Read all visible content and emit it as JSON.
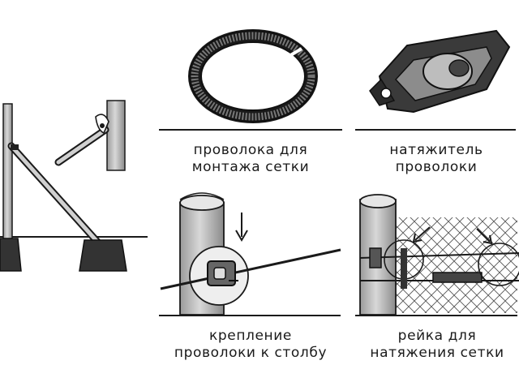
{
  "captions": {
    "wire": {
      "line1": "проволока для",
      "line2": "монтажа сетки"
    },
    "tensioner": {
      "line1": "натяжитель",
      "line2": "проволоки"
    },
    "clamp": {
      "line1": "крепление",
      "line2": "проволоки к столбу"
    },
    "rail": {
      "line1": "рейка для",
      "line2": "натяжения сетки"
    }
  },
  "colors": {
    "ink": "#1a1a1a",
    "mid": "#7a7a7a",
    "light": "#c8c8c8",
    "paper": "#ffffff"
  }
}
